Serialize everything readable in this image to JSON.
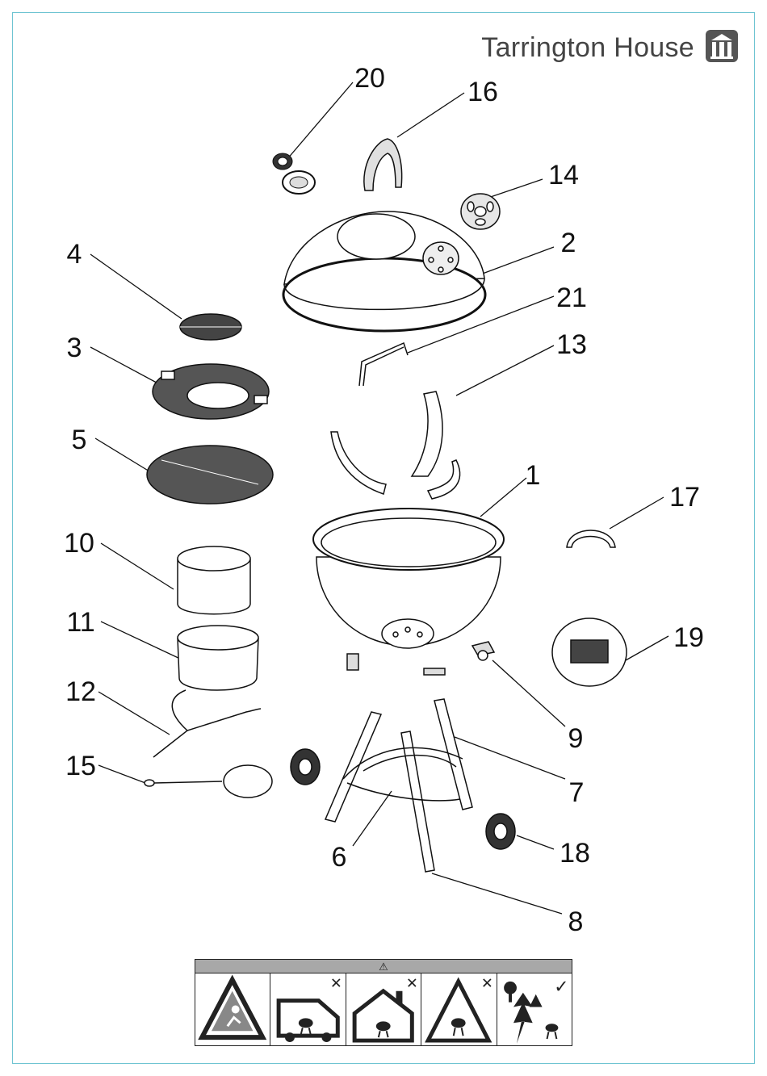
{
  "brand": {
    "name": "Tarrington House",
    "logo_icon": "building-logo-icon"
  },
  "parts": [
    {
      "number": "1"
    },
    {
      "number": "2"
    },
    {
      "number": "3"
    },
    {
      "number": "4"
    },
    {
      "number": "5"
    },
    {
      "number": "6"
    },
    {
      "number": "7"
    },
    {
      "number": "8"
    },
    {
      "number": "9"
    },
    {
      "number": "10"
    },
    {
      "number": "11"
    },
    {
      "number": "12"
    },
    {
      "number": "13"
    },
    {
      "number": "14"
    },
    {
      "number": "15"
    },
    {
      "number": "16"
    },
    {
      "number": "17"
    },
    {
      "number": "18"
    },
    {
      "number": "19"
    },
    {
      "number": "20"
    },
    {
      "number": "21"
    }
  ],
  "warning": {
    "symbol": "⚠",
    "icons": [
      {
        "name": "person-warning-icon",
        "status": "warning"
      },
      {
        "name": "no-vehicle-icon",
        "status": "not-allowed",
        "mark": "✕"
      },
      {
        "name": "no-indoors-icon",
        "status": "not-allowed",
        "mark": "✕"
      },
      {
        "name": "no-tent-icon",
        "status": "not-allowed",
        "mark": "✕"
      },
      {
        "name": "outdoors-ok-icon",
        "status": "allowed",
        "mark": "✓"
      }
    ]
  },
  "colors": {
    "frame": "#6fc4d2",
    "line": "#222222",
    "bar": "#a8a8a8"
  }
}
